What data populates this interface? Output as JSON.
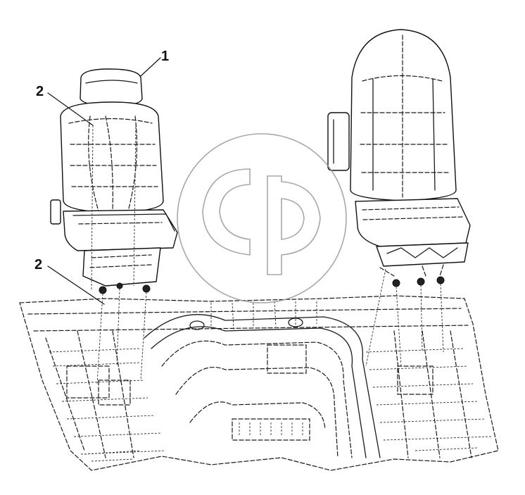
{
  "callouts": [
    {
      "label": "1"
    },
    {
      "label": "2"
    },
    {
      "label": "2"
    }
  ],
  "colors": {
    "line": "#1a1a1a",
    "watermark": "#9a9a9a",
    "background": "#ffffff"
  },
  "icons": {
    "watermark": "gp-logo-watermark"
  }
}
